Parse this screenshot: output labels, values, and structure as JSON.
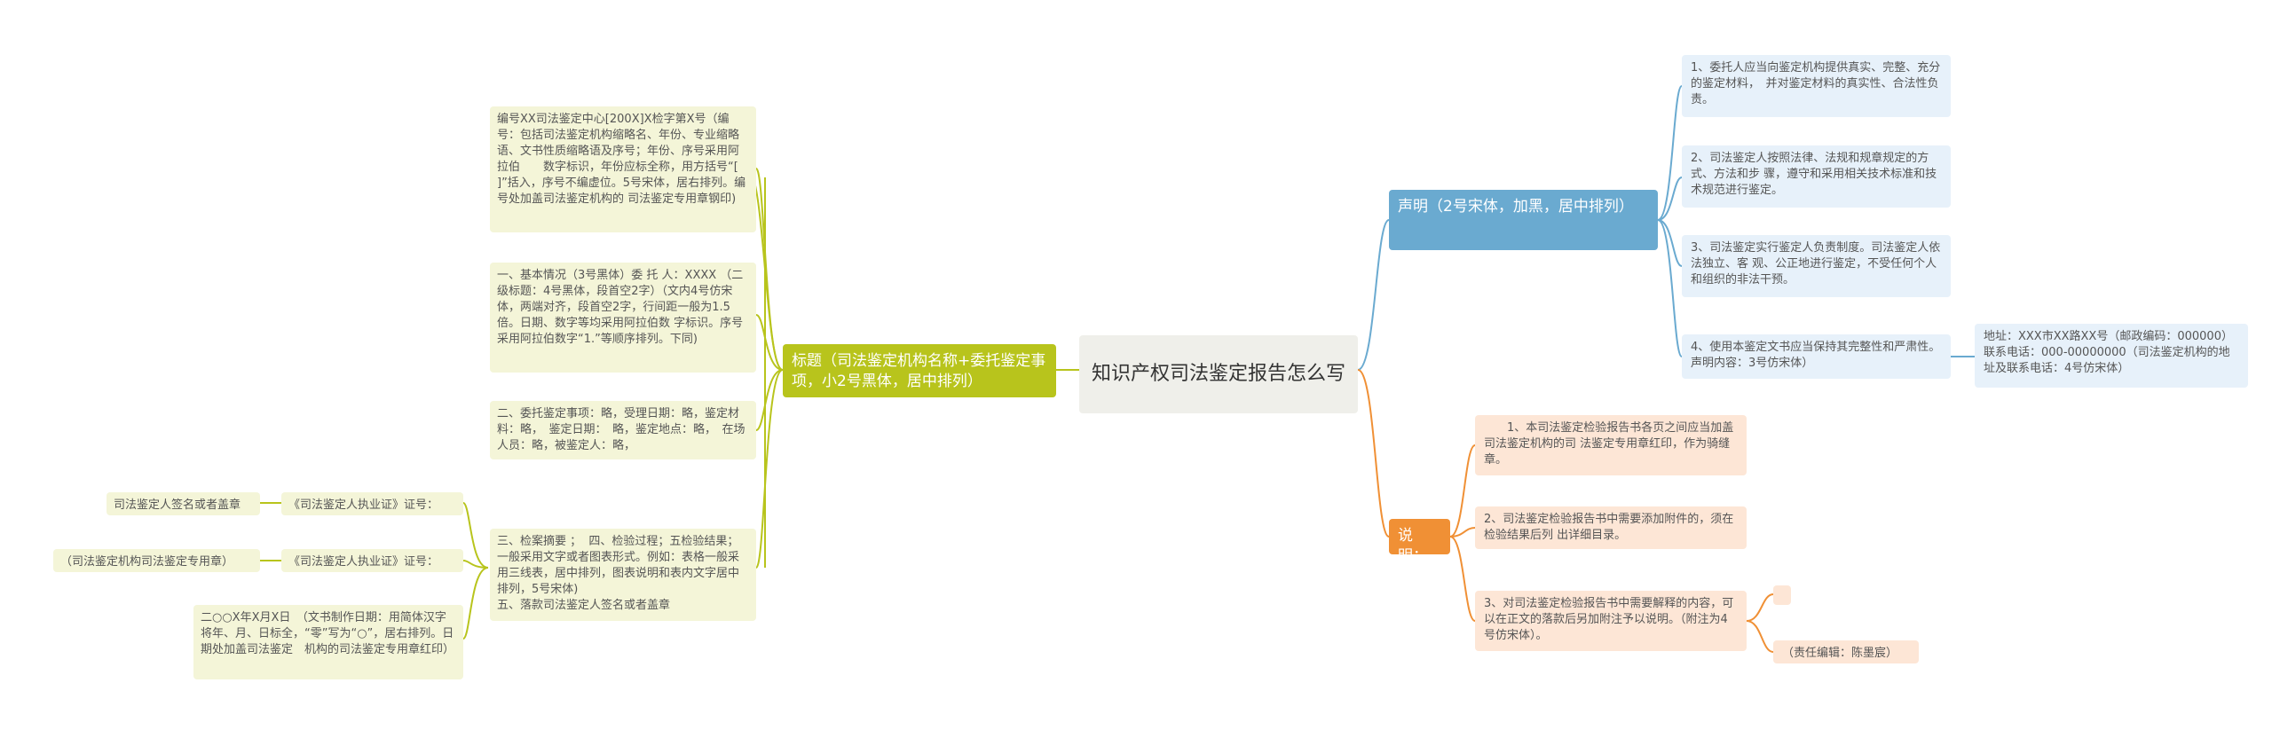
{
  "root": "知识产权司法鉴定报告怎么写",
  "title_branch": {
    "label": "标题（司法鉴定机构名称+委托鉴定事项，小2号黑体，居中排列）",
    "items": [
      "编号XX司法鉴定中心[200X]X检字第X号（编号：包括司法鉴定机构缩略名、年份、专业缩略语、文书性质缩略语及序号；年份、序号采用阿拉伯　　数字标识，年份应标全称，用方括号“[ ]”括入，序号不编虚位。5号宋体，居右排列。编号处加盖司法鉴定机构的 司法鉴定专用章钢印)",
      "一、基本情况（3号黑体）委 托 人：XXXX （二级标题：4号黑体，段首空2字）（文内4号仿宋体，两端对齐，段首空2字，行间距一般为1.5倍。日期、数字等均采用阿拉伯数 字标识。序号采用阿拉伯数字“1.”等顺序排列。下同)",
      "二、委托鉴定事项：略，受理日期：略，鉴定材料：略，　鉴定日期：　略，鉴定地点：略，　在场人员：略，被鉴定人：略，",
      "三、检案摘要 ；  四、检验过程；五检验结果；一般采用文字或者图表形式。例如：表格一般采用三线表，居中排列，图表说明和表内文字居中排列，5号宋体)\n五、落款司法鉴定人签名或者盖章"
    ],
    "sub": [
      {
        "label": "《司法鉴定人执业证》证号：",
        "child": "司法鉴定人签名或者盖章"
      },
      {
        "label": "《司法鉴定人执业证》证号：",
        "child": "（司法鉴定机构司法鉴定专用章）"
      }
    ],
    "date_note": "二○○X年X月X日　（文书制作日期：用简体汉字将年、月、日标全，“零”写为“○”，居右排列。日期处加盖司法鉴定　机构的司法鉴定专用章红印）"
  },
  "statement_branch": {
    "label": "声明（2号宋体，加黑，居中排列）",
    "items": [
      "1、委托人应当向鉴定机构提供真实、完整、充分的鉴定材料，　并对鉴定材料的真实性、合法性负责。",
      "2、司法鉴定人按照法律、法规和规章规定的方式、方法和步 骤，遵守和采用相关技术标准和技术规范进行鉴定。",
      "3、司法鉴定实行鉴定人负责制度。司法鉴定人依法独立、客 观、公正地进行鉴定，不受任何个人和组织的非法干预。",
      "4、使用本鉴定文书应当保持其完整性和严肃性。声明内容：3号仿宋体）"
    ],
    "address": "地址：XXX市XX路XX号（邮政编码：000000）联系电话：000-00000000（司法鉴定机构的地址及联系电话：4号仿宋体）"
  },
  "note_branch": {
    "label": "说明：",
    "items": [
      "　　1、本司法鉴定检验报告书各页之间应当加盖司法鉴定机构的司 法鉴定专用章红印，作为骑缝章。",
      "2、司法鉴定检验报告书中需要添加附件的，须在检验结果后列 出详细目录。",
      "3、对司法鉴定检验报告书中需要解释的内容，可以在正文的落款后另加附注予以说明。（附注为4号仿宋体）。"
    ],
    "empty": "",
    "editor": "（责任编辑：陈墨宸）"
  },
  "colors": {
    "green": "#b8c41c",
    "blue": "#6aaad0",
    "orange": "#f09035",
    "green_light": "#f4f5d8",
    "blue_light": "#e7f1fa",
    "orange_light": "#fde6d6"
  }
}
